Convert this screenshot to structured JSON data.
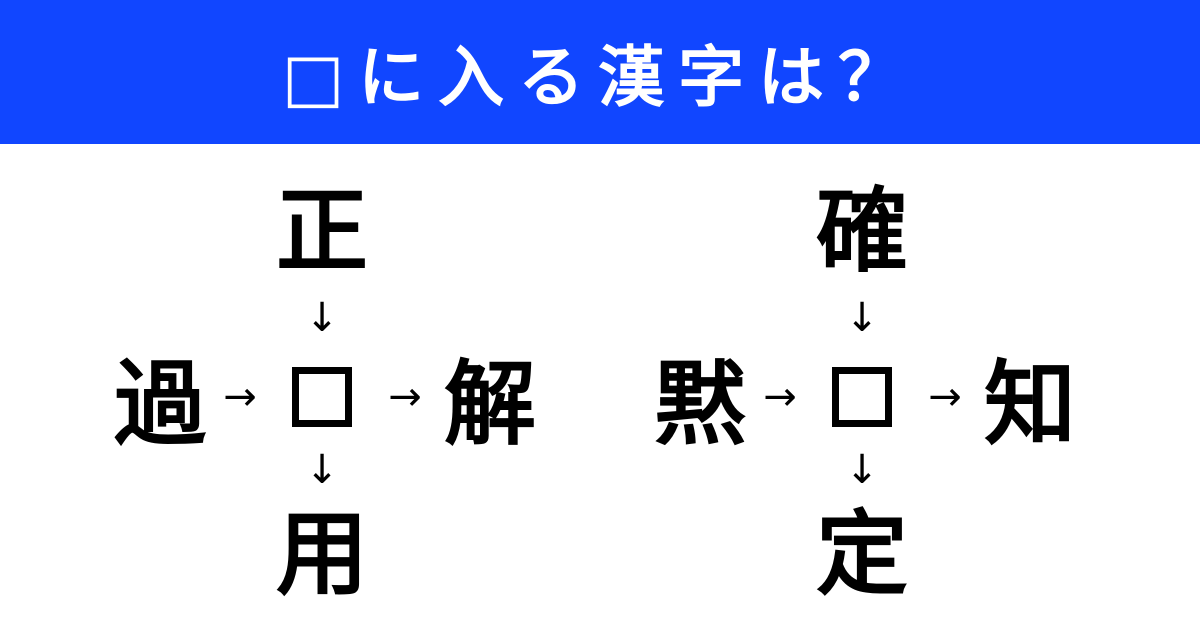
{
  "header": {
    "title": "□に入る漢字は？",
    "color": "#1146ff"
  },
  "puzzles": [
    {
      "top": "正",
      "left": "過",
      "right": "解",
      "bottom": "用"
    },
    {
      "top": "確",
      "left": "黙",
      "right": "知",
      "bottom": "定"
    }
  ],
  "arrows": {
    "down": "↓",
    "right": "→"
  }
}
